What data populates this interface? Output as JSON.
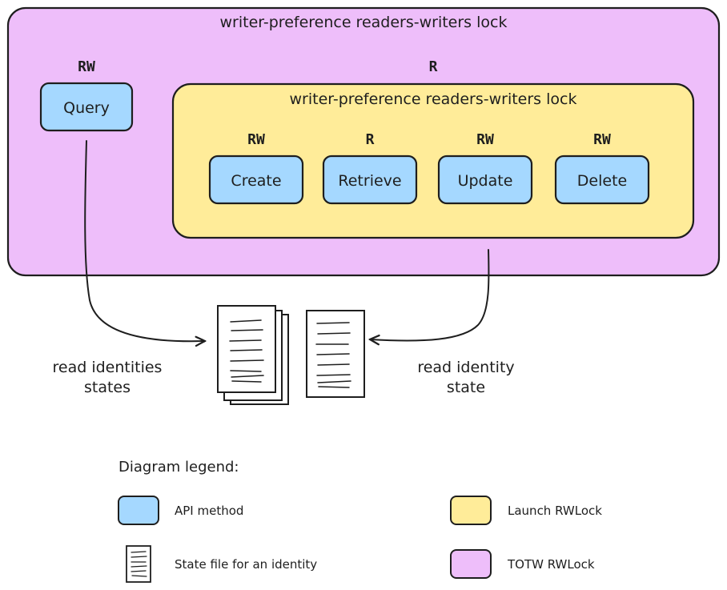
{
  "outer_lock": {
    "title": "writer-preference readers-writers lock",
    "color": "#eebefa",
    "query_access": "RW",
    "inner_access": "R"
  },
  "inner_lock": {
    "title": "writer-preference readers-writers lock",
    "color": "#ffec99"
  },
  "api_color": "#a5d8ff",
  "methods": {
    "query": {
      "label": "Query"
    },
    "create": {
      "label": "Create",
      "access": "RW"
    },
    "retrieve": {
      "label": "Retrieve",
      "access": "R"
    },
    "update": {
      "label": "Update",
      "access": "RW"
    },
    "delete": {
      "label": "Delete",
      "access": "RW"
    }
  },
  "annotations": {
    "left_line1": "read identities",
    "left_line2": "states",
    "right_line1": "read identity",
    "right_line2": "state"
  },
  "legend": {
    "title": "Diagram legend:",
    "api_method": "API method",
    "state_file": "State file for an identity",
    "launch_lock": "Launch RWLock",
    "totw_lock": "TOTW RWLock"
  }
}
